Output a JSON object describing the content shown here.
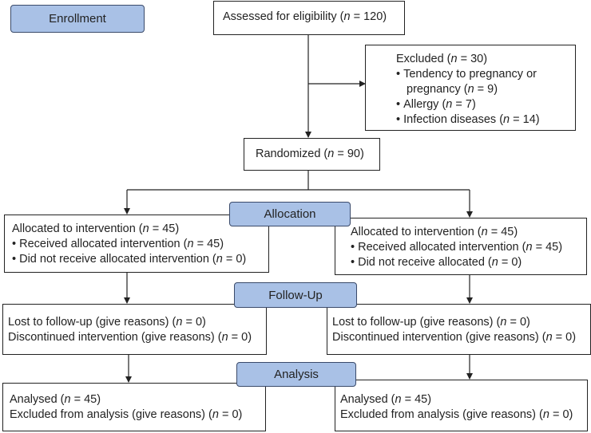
{
  "colors": {
    "stage_fill": "#a9c1e6",
    "stroke": "#222222"
  },
  "stages": {
    "enrollment": "Enrollment",
    "allocation": "Allocation",
    "followup": "Follow-Up",
    "analysis": "Analysis"
  },
  "assessed": {
    "text": "Assessed for eligibility (",
    "n": "n",
    "value": " = 120)"
  },
  "excluded": {
    "title_text": "Excluded (",
    "title_n": "n",
    "title_value": " = 30)",
    "items": [
      {
        "text": "Tendency to pregnancy or",
        "cont": "pregnancy (",
        "n": "n",
        "value": " = 9)"
      },
      {
        "text": "Allergy (",
        "n": "n",
        "value": " = 7)"
      },
      {
        "text": "Infection diseases (",
        "n": "n",
        "value": " = 14)"
      }
    ]
  },
  "randomized": {
    "text": "Randomized (",
    "n": "n",
    "value": " = 90)"
  },
  "allocation_left": {
    "title_text": "Allocated to intervention (",
    "title_n": "n",
    "title_value": " = 45)",
    "received_text": "Received allocated intervention (",
    "received_n": "n",
    "received_value": " = 45)",
    "not_received_text": "Did not receive allocated intervention (",
    "not_received_n": "n",
    "not_received_value": " = 0)"
  },
  "allocation_right": {
    "title_text": "Allocated to intervention (",
    "title_n": "n",
    "title_value": " = 45)",
    "received_text": "Received allocated intervention (",
    "received_n": "n",
    "received_value": " = 45)",
    "not_received_text": "Did not receive allocated (",
    "not_received_n": "n",
    "not_received_value": " = 0)"
  },
  "followup_left": {
    "lost_text": "Lost to follow-up (give reasons) (",
    "lost_n": "n",
    "lost_value": " = 0)",
    "disc_text": "Discontinued intervention (give reasons) (",
    "disc_n": "n",
    "disc_value": " = 0)"
  },
  "followup_right": {
    "lost_text": "Lost to follow-up (give reasons) (",
    "lost_n": "n",
    "lost_value": " = 0)",
    "disc_text": "Discontinued intervention (give reasons) (",
    "disc_n": "n",
    "disc_value": " = 0)"
  },
  "analysis_left": {
    "analysed_text": "Analysed (",
    "analysed_n": "n",
    "analysed_value": " = 45)",
    "excl_text": "Excluded from analysis (give reasons) (",
    "excl_n": "n",
    "excl_value": " = 0)"
  },
  "analysis_right": {
    "analysed_text": "Analysed (",
    "analysed_n": "n",
    "analysed_value": " = 45)",
    "excl_text": "Excluded from analysis (give reasons) (",
    "excl_n": "n",
    "excl_value": " = 0)"
  }
}
